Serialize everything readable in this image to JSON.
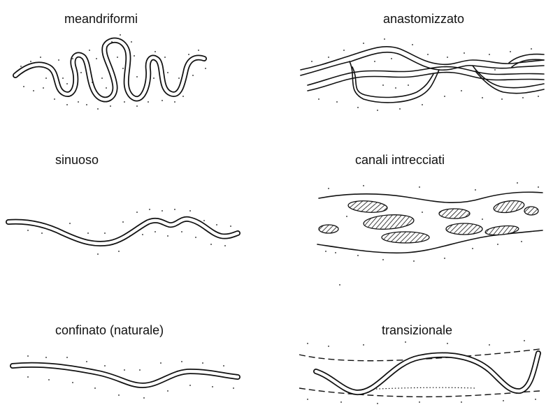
{
  "labels": {
    "meandering": "meandriformi",
    "anastomosed": "anastomizzato",
    "sinuous": "sinuoso",
    "braided": "canali intrecciati",
    "confined": "confinato (naturale)",
    "transitional": "transizionale"
  }
}
